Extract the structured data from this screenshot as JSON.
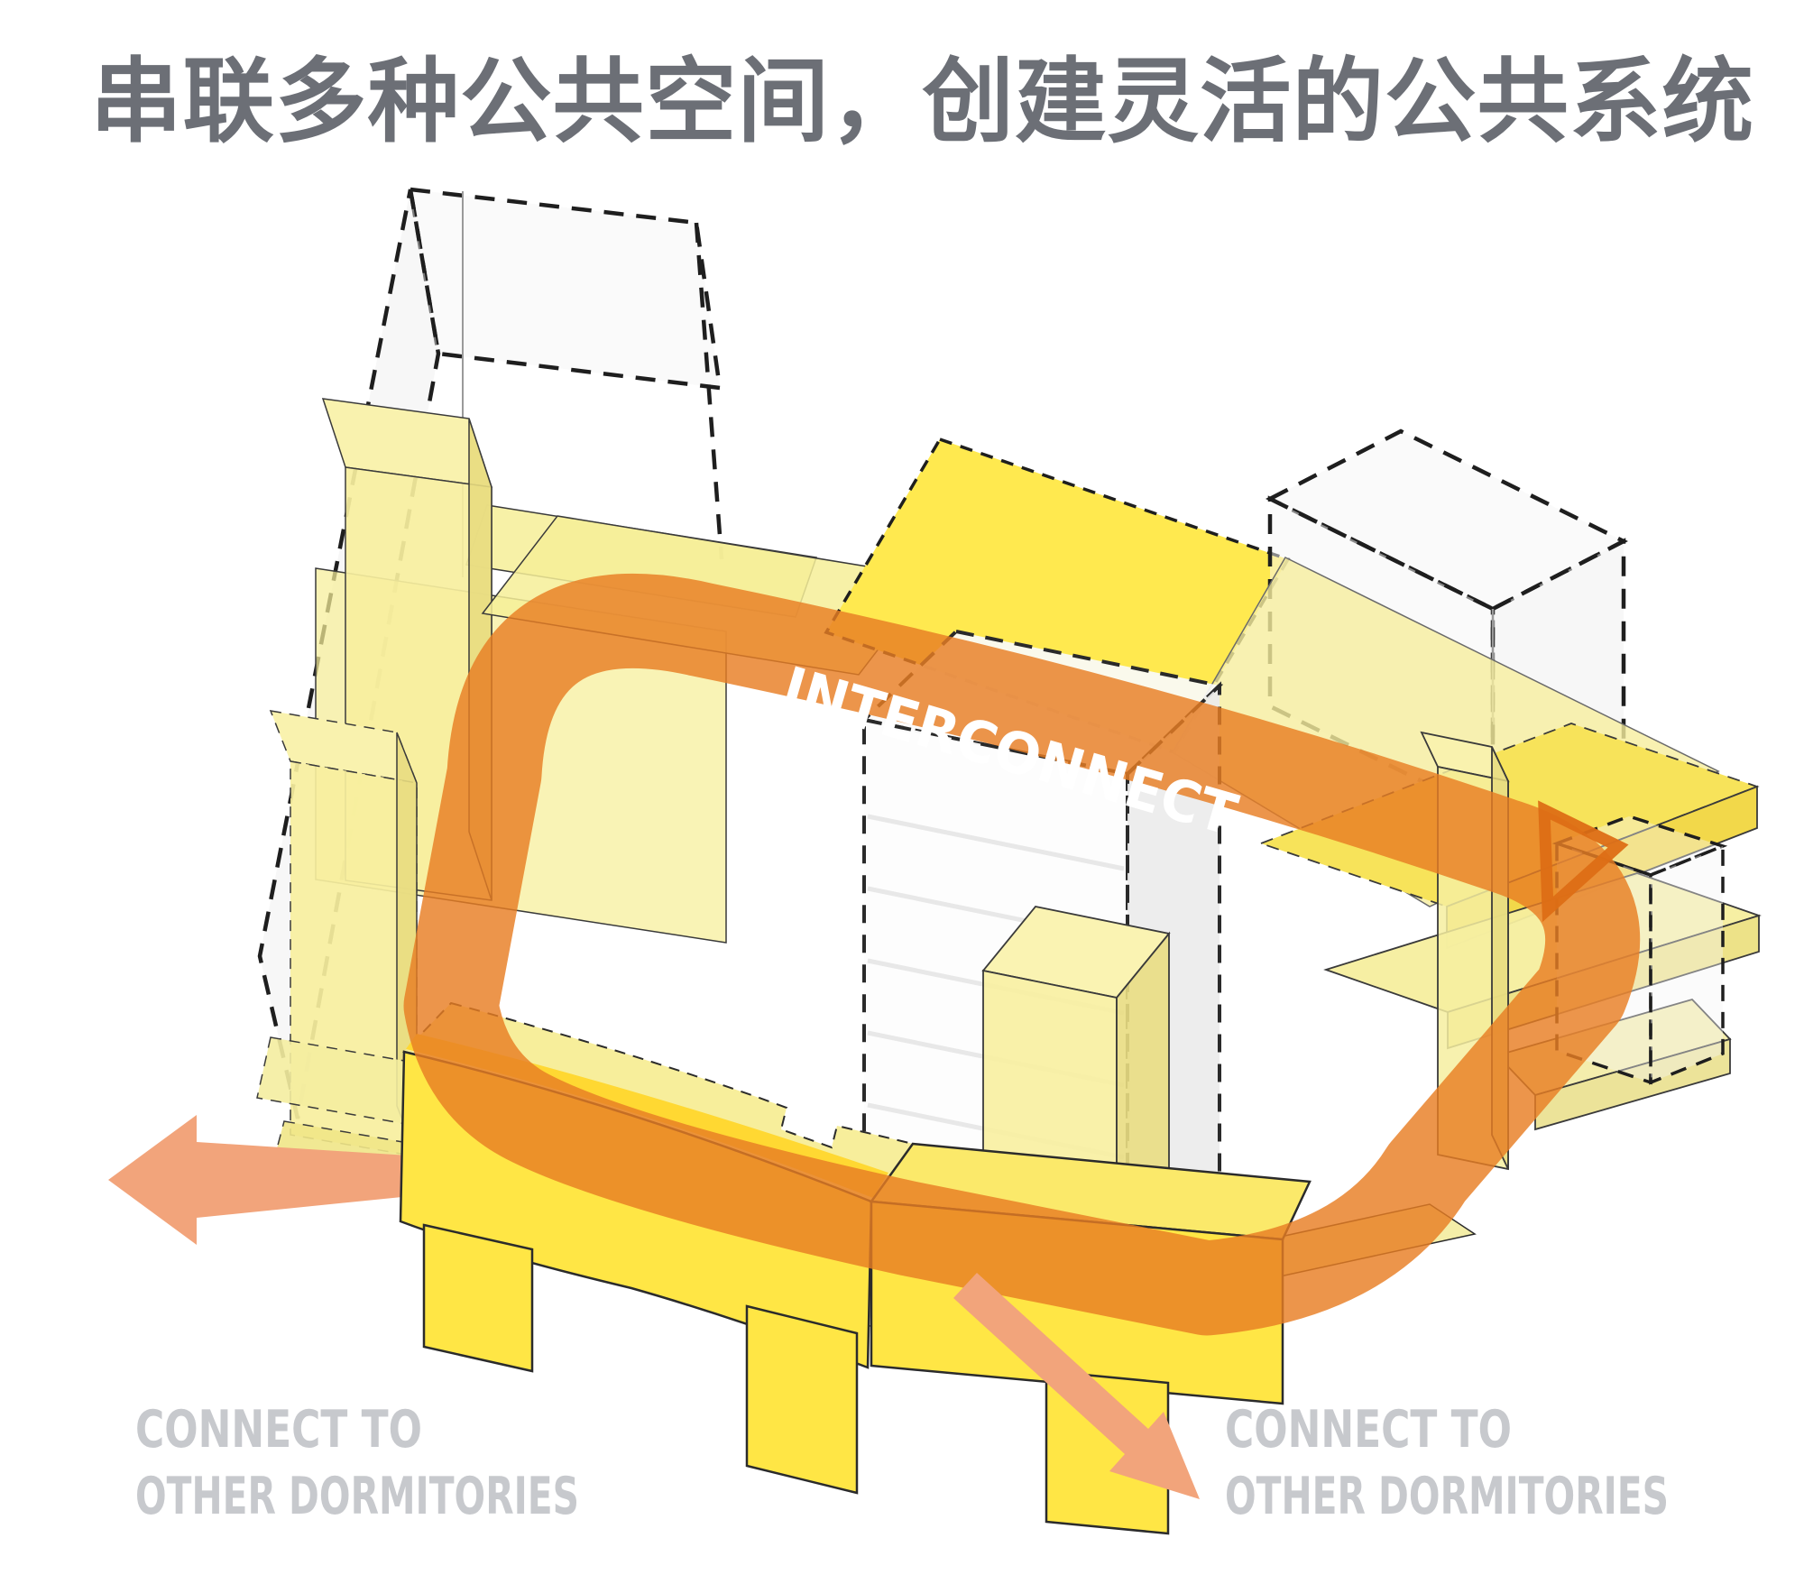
{
  "title": {
    "text": "串联多种公共空间，创建灵活的公共系统",
    "color": "#6c6f76"
  },
  "diagram": {
    "interconnect_label": "INTERCONNECT",
    "interconnect_label_color": "#ffffff",
    "connect_left": {
      "line1": "CONNECT TO",
      "line2": "OTHER DORMITORIES"
    },
    "connect_right": {
      "line1": "CONNECT TO",
      "line2": "OTHER DORMITORIES"
    },
    "colors": {
      "loop_orange": "#e87e23",
      "loop_orange_dark": "#dd6e15",
      "arrow_salmon": "#f2a47b",
      "mass_yellow_bright": "#ffe645",
      "mass_yellow_roof": "#ffe94f",
      "mass_yellow_stripe": "#ffd832",
      "mass_yellow_pale": "#f6efa6",
      "label_gray": "#c7c9cd",
      "outline_dark": "#1e1e1e"
    }
  }
}
